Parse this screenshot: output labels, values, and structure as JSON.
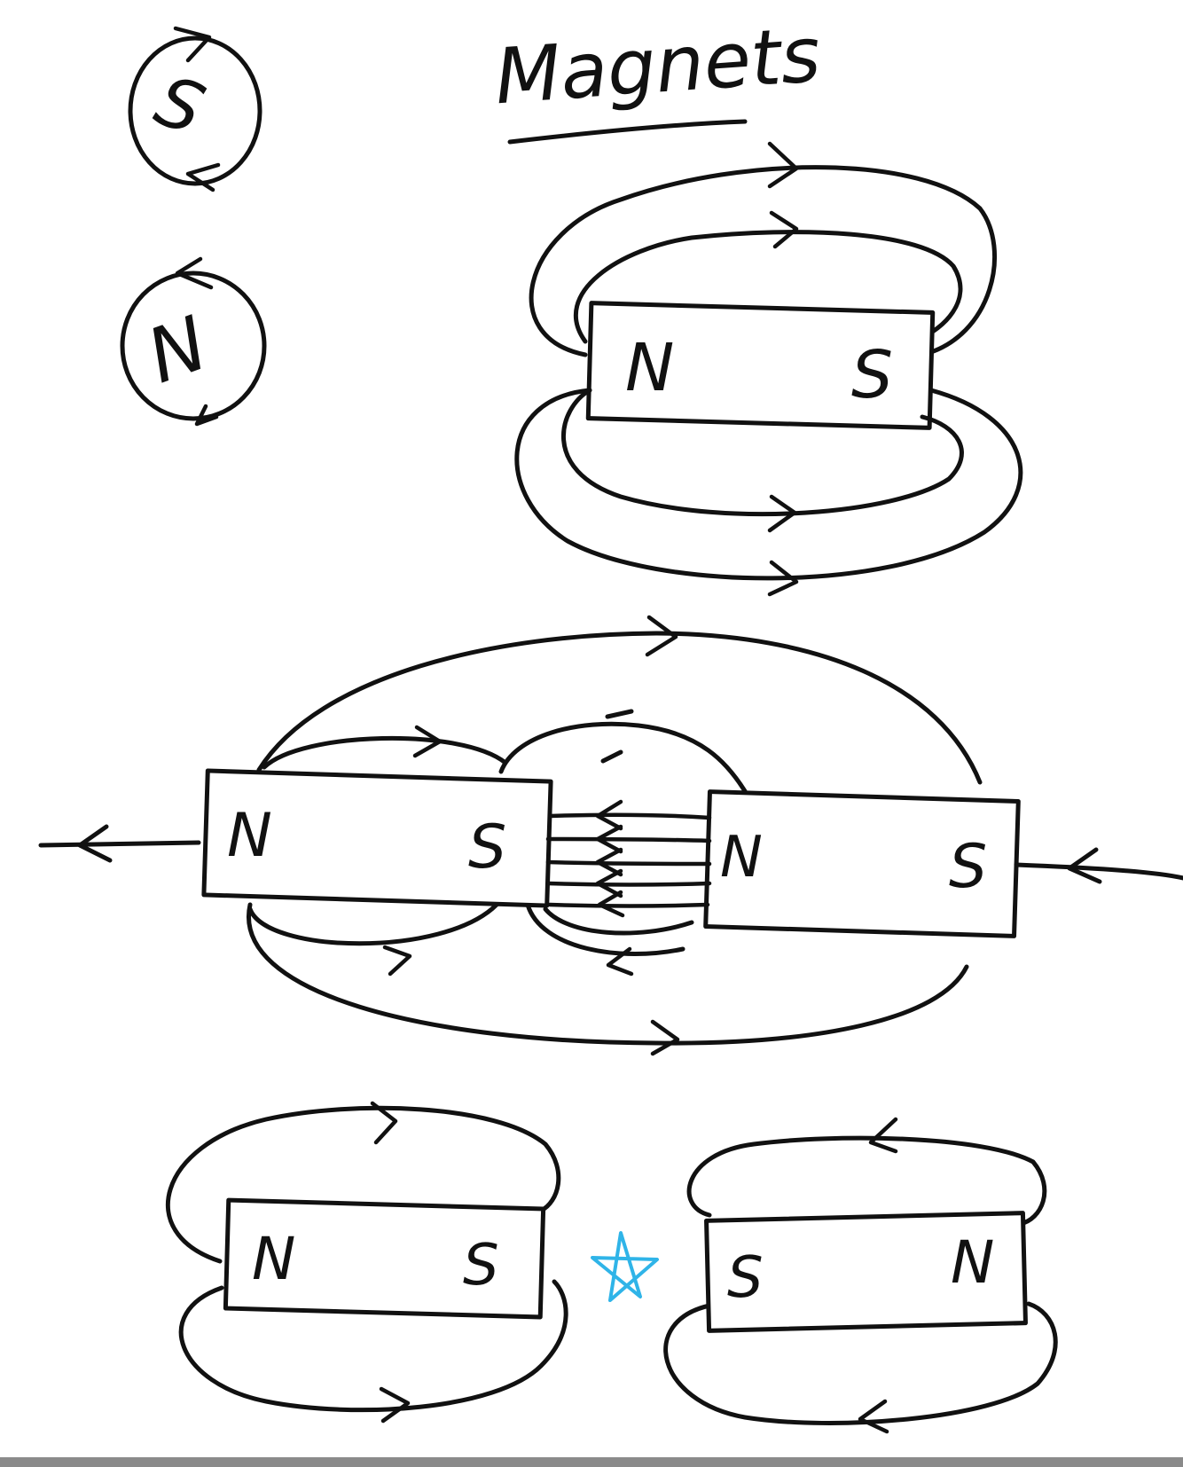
{
  "title": "Magnets",
  "colors": {
    "ink": "#111111",
    "star": "#2fb4e8",
    "background": "#ffffff"
  },
  "icons": {
    "compass_south": "compass-s-icon",
    "compass_north": "compass-n-icon",
    "marker": "star-icon"
  },
  "compass": {
    "south_label": "S",
    "north_label": "N"
  },
  "single_magnet": {
    "left_pole": "N",
    "right_pole": "S"
  },
  "attracting_pair": {
    "magnet_a": {
      "left_pole": "N",
      "right_pole": "S"
    },
    "magnet_b": {
      "left_pole": "N",
      "right_pole": "S"
    }
  },
  "repelling_pair": {
    "magnet_a": {
      "left_pole": "N",
      "right_pole": "S"
    },
    "magnet_b": {
      "left_pole": "S",
      "right_pole": "N"
    }
  }
}
